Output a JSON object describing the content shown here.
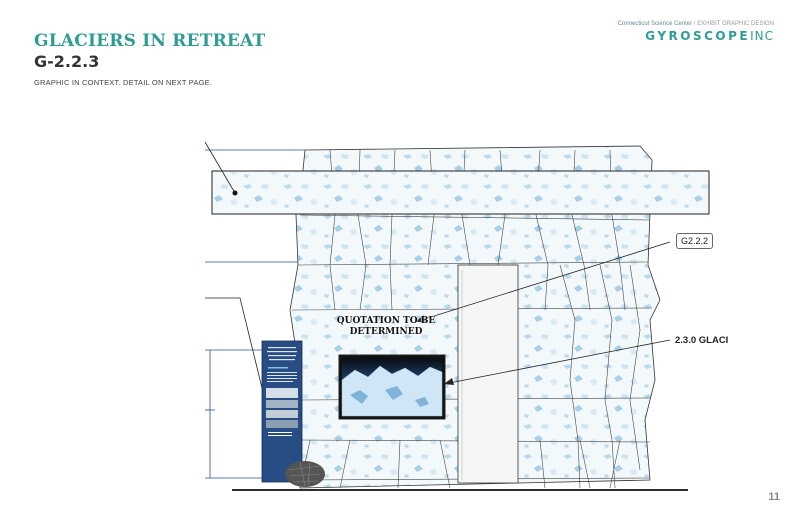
{
  "header": {
    "title": "GLACIERS IN RETREAT",
    "code": "G-2.2.3",
    "note": "GRAPHIC IN CONTEXT. DETAIL ON NEXT PAGE.",
    "client": "Connecticut Science Center",
    "client_sep": " / ",
    "client_sub": "EXHIBIT GRAPHIC DESIGN",
    "brand_bold": "GYROSCOPE",
    "brand_inc": "INC"
  },
  "callouts": {
    "g222": "G2.2.2",
    "g230": "2.3.0 GLACI",
    "quote": "QUOTATION TO BE DETERMINED"
  },
  "page_number": "11",
  "colors": {
    "accent": "#2e9c94",
    "panel_blue": "#274d84",
    "ice": "#cfe6f3"
  }
}
